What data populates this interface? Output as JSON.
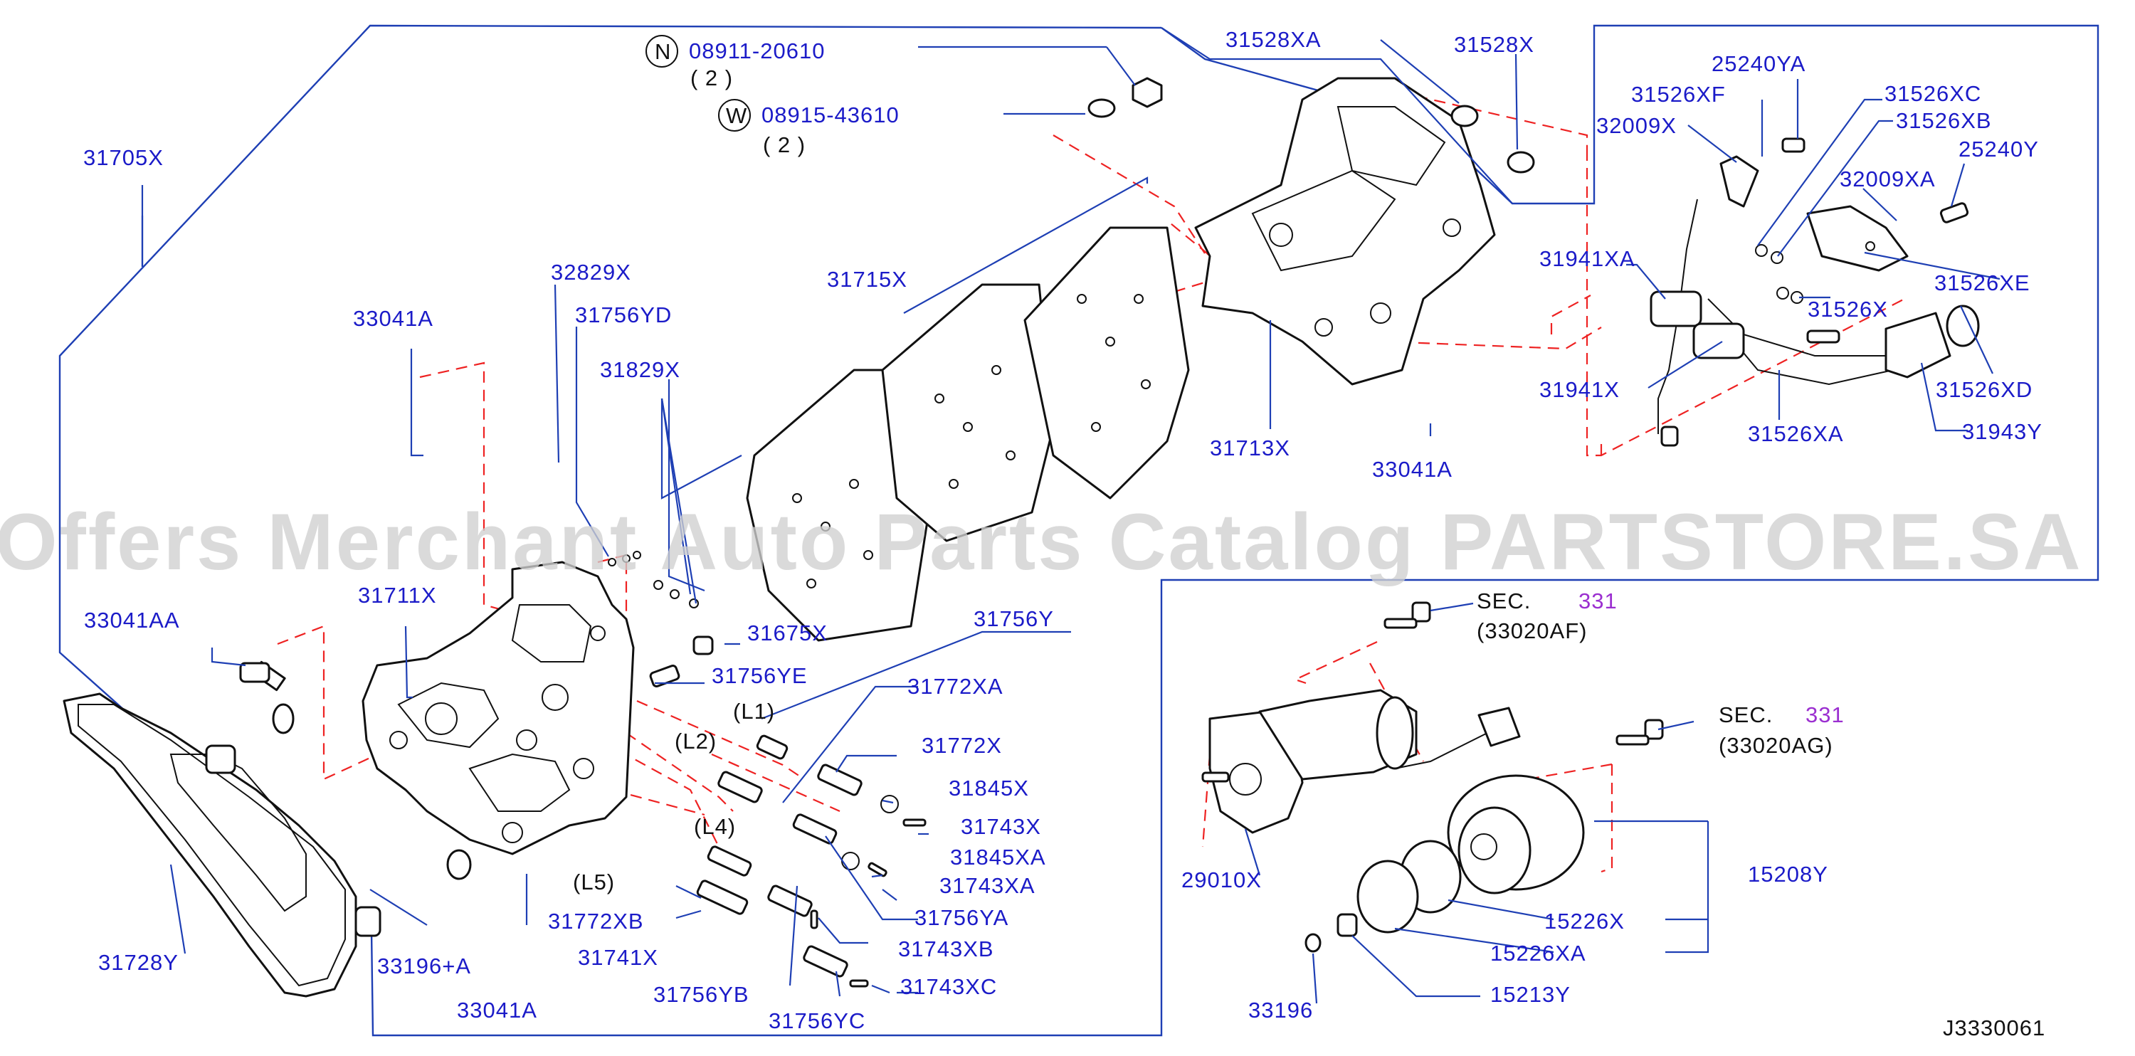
{
  "watermark": "Offers Merchant Auto Parts Catalog PARTSTORE.SA",
  "diagram_code": "J3330061",
  "colors": {
    "part_number": "#1b1bc8",
    "section_link": "#9b2fd0",
    "leader": "#1e3fb4",
    "dashed": "#ee2222"
  },
  "labels": {
    "n_mark": "N",
    "w_mark": "W",
    "p08911": "08911-20610",
    "q08911": "( 2 )",
    "p08915": "08915-43610",
    "q08915": "( 2 )",
    "p31528XA": "31528XA",
    "p31528X": "31528X",
    "p25240YA": "25240YA",
    "p31526XF": "31526XF",
    "p31526XC": "31526XC",
    "p32009X": "32009X",
    "p31526XB": "31526XB",
    "p25240Y": "25240Y",
    "p32009XA": "32009XA",
    "p31941XA": "31941XA",
    "p31526XE": "31526XE",
    "p31526X": "31526X",
    "p31941X": "31941X",
    "p31526XD": "31526XD",
    "p31526XA": "31526XA",
    "p31943Y": "31943Y",
    "p31705X": "31705X",
    "p32829X": "32829X",
    "p31715X": "31715X",
    "p33041A_a": "33041A",
    "p31756YD": "31756YD",
    "p31829X": "31829X",
    "p31713X": "31713X",
    "p33041A_b": "33041A",
    "p31711X": "31711X",
    "p33041AA": "33041AA",
    "p31675X": "31675X",
    "p31756Y": "31756Y",
    "p31756YE": "31756YE",
    "p31772XA": "31772XA",
    "L1": "(L1)",
    "L2": "(L2)",
    "p31772X": "31772X",
    "p31845X": "31845X",
    "L4": "(L4)",
    "p31743X": "31743X",
    "p31845XA": "31845XA",
    "L5": "(L5)",
    "p31743XA": "31743XA",
    "p31756YA": "31756YA",
    "p31772XB": "31772XB",
    "p31743XB": "31743XB",
    "p31741X": "31741X",
    "p31728Y": "31728Y",
    "p33196A": "33196+A",
    "p31756YB": "31756YB",
    "p31743XC": "31743XC",
    "p33041A_c": "33041A",
    "p31756YC": "31756YC",
    "sec1": "SEC.",
    "sec1_num": "331",
    "sec1_code": "(33020AF)",
    "sec2": "SEC.",
    "sec2_num": "331",
    "sec2_code": "(33020AG)",
    "p29010X": "29010X",
    "p15208Y": "15208Y",
    "p15226X": "15226X",
    "p15226XA": "15226XA",
    "p33196": "33196",
    "p15213Y": "15213Y"
  }
}
